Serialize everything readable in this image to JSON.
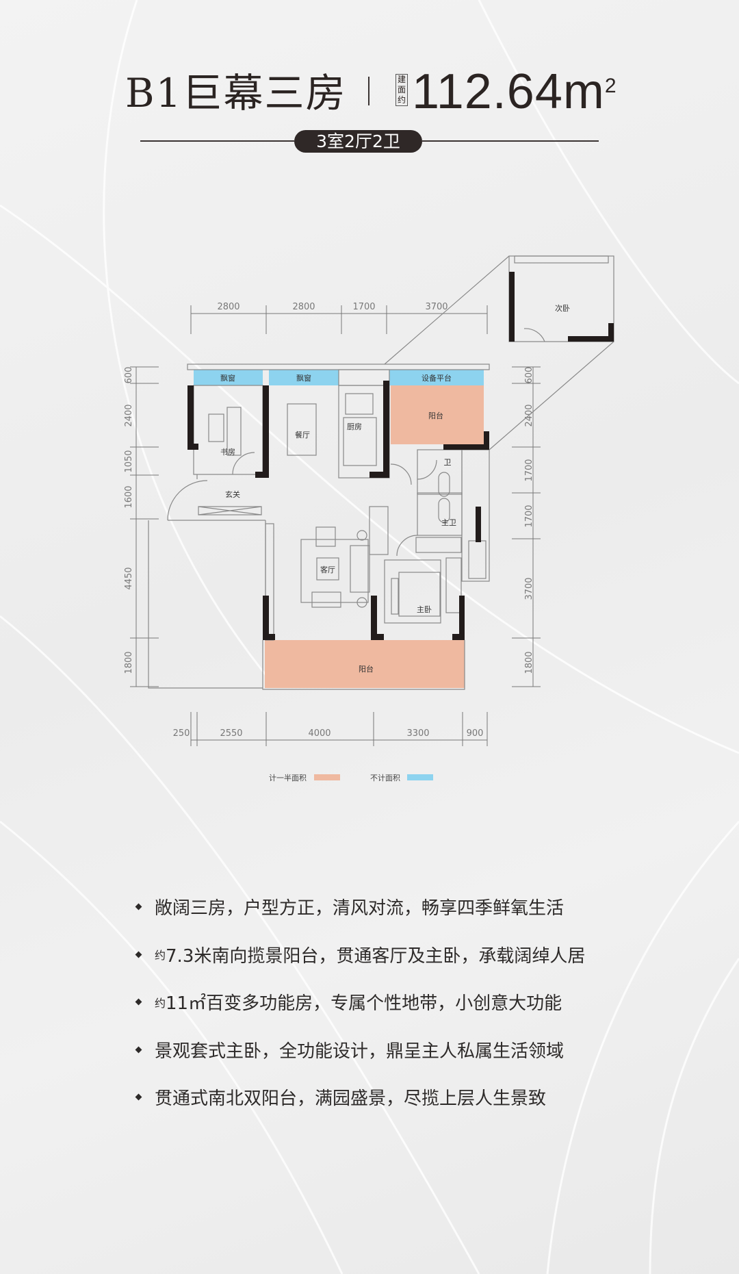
{
  "header": {
    "title": "B1巨幕三房",
    "area_tag": "建面约",
    "area_value": "112.64m",
    "area_unit_sup": "2",
    "layout_pill": "3室2厅2卫"
  },
  "floorplan": {
    "top_dims": [
      "2800",
      "2800",
      "1700",
      "3700"
    ],
    "bottom_dims": [
      "250",
      "2550",
      "4000",
      "3300",
      "900"
    ],
    "left_dims": [
      "600",
      "2400",
      "1050",
      "1600",
      "4450",
      "1800"
    ],
    "right_dims": [
      "600",
      "2400",
      "1700",
      "1700",
      "3700",
      "1800"
    ],
    "rooms": {
      "bay_window_1": "飘窗",
      "bay_window_2": "飘窗",
      "equipment_platform": "设备平台",
      "north_balcony": "阳台",
      "study": "书房",
      "dining": "餐厅",
      "kitchen": "厨房",
      "bath": "卫",
      "master_bath": "主卫",
      "foyer": "玄关",
      "living": "客厅",
      "master_bedroom": "主卧",
      "south_balcony": "阳台",
      "second_bedroom": "次卧"
    },
    "legend": [
      {
        "label": "计一半面积",
        "color": "#EFB9A0"
      },
      {
        "label": "不计面积",
        "color": "#8DD3EF"
      }
    ]
  },
  "features": [
    {
      "prefix": "",
      "text": "敞阔三房，户型方正，清风对流，畅享四季鲜氧生活"
    },
    {
      "prefix": "约",
      "text": "7.3米南向揽景阳台，贯通客厅及主卧，承载阔绰人居"
    },
    {
      "prefix": "约",
      "text": "11㎡百变多功能房，专属个性地带，小创意大功能"
    },
    {
      "prefix": "",
      "text": "景观套式主卧，全功能设计，鼎呈主人私属生活领域"
    },
    {
      "prefix": "",
      "text": "贯通式南北双阳台，满园盛景，尽揽上层人生景致"
    }
  ]
}
